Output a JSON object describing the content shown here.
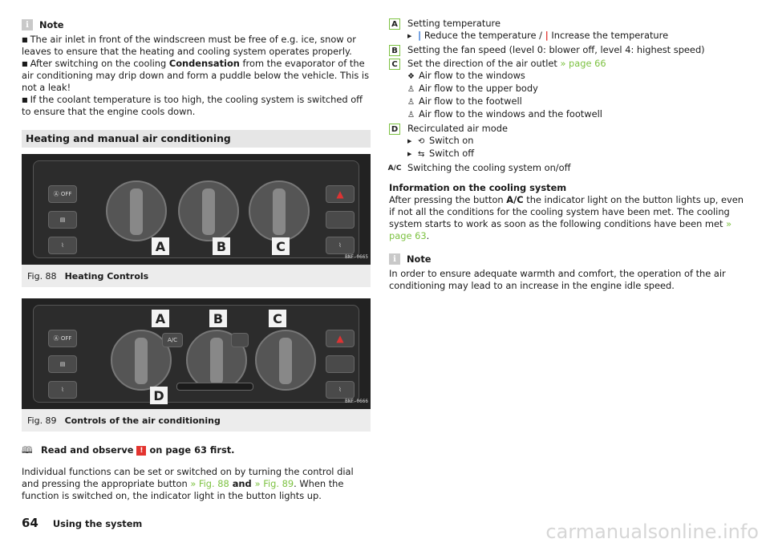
{
  "note1": {
    "title": "Note",
    "bullets": [
      [
        "The air inlet in front of the windscreen must be free of e.g. ice, snow or leaves to ensure that the heating and cooling system operates properly."
      ],
      [
        "After switching on the cooling ",
        "Condensation",
        " from the evaporator of the air conditioning may drip down and form a puddle below the vehicle. This is not a leak!"
      ],
      [
        "If the coolant temperature is too high, the cooling system is switched off to ensure that the engine cools down."
      ]
    ]
  },
  "section_title": "Heating and manual air conditioning",
  "fig88": {
    "num": "Fig. 88",
    "title": "Heating Controls",
    "code": "BNF-0665",
    "callouts": [
      "A",
      "B",
      "C"
    ],
    "off_label": "OFF"
  },
  "fig89": {
    "num": "Fig. 89",
    "title": "Controls of the air conditioning",
    "code": "BNF-0666",
    "callouts": [
      "A",
      "B",
      "C",
      "D"
    ],
    "ac_label": "A/C",
    "off_label": "OFF"
  },
  "read_observe": {
    "before": "Read and observe",
    "after": "on page 63 first."
  },
  "body": {
    "part1": "Individual functions can be set or switched on by turning the control dial and pressing the appropriate button ",
    "link1": "» Fig. 88",
    "and": " and ",
    "link2": "» Fig. 89",
    "part2": ". When the function is switched on, the indicator light in the button lights up."
  },
  "footer": {
    "page": "64",
    "section": "Using the system"
  },
  "watermark": "carmanualsonline.info",
  "keys": {
    "a_title": "Setting temperature",
    "a_sub": "Reduce the temperature / ",
    "a_sub2": "Increase the temperature",
    "b_title": "Setting the fan speed (level 0: blower off, level 4: highest speed)",
    "c_title": "Set the direction of the air outlet ",
    "c_link": "» page 66",
    "c_items": [
      "Air flow to the windows",
      "Air flow to the upper body",
      "Air flow to the footwell",
      "Air flow to the windows and the footwell"
    ],
    "d_title": "Recirculated air mode",
    "d_items": [
      "Switch on",
      "Switch off"
    ],
    "ac_title": "Switching the cooling system on/off"
  },
  "info": {
    "title": "Information on the cooling system",
    "text1": "After pressing the button ",
    "text2": " the indicator light on the button lights up, even if not all the conditions for the cooling system have been met. The cooling system starts to work as soon as the following conditions have been met ",
    "link": "» page 63",
    "end": "."
  },
  "note2": {
    "title": "Note",
    "text": "In order to ensure adequate warmth and comfort, the operation of the air conditioning may lead to an increase in the engine idle speed."
  },
  "colors": {
    "link": "#7dc242",
    "warning": "#e3342f",
    "note_icon": "#c9c9c9"
  }
}
